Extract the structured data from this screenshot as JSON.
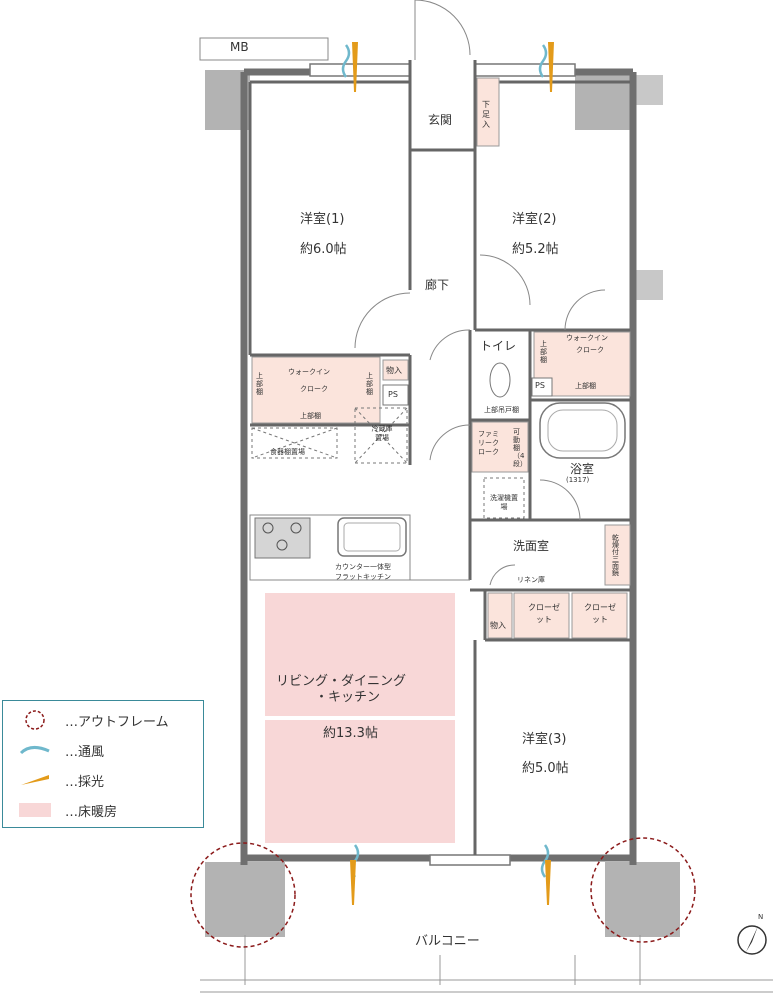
{
  "rooms": {
    "mb": "MB",
    "genkan": "玄関",
    "geta": "下足入",
    "room1_name": "洋室(1)",
    "room1_size": "約6.0帖",
    "room2_name": "洋室(2)",
    "room2_size": "約5.2帖",
    "corridor": "廊下",
    "toilet": "トイレ",
    "wic1_title": "ウォークイン",
    "wic1_sub": "クローク",
    "wic1_joubu_l": "上部棚",
    "wic1_joubu_r": "上部棚",
    "wic1_joubu_b": "上部棚",
    "wic2_title": "ウォークイン",
    "wic2_sub": "クローク",
    "wic2_joubu_l": "上部棚",
    "wic2_joubu_b": "上部棚",
    "monoire1": "物入",
    "ps1": "PS",
    "ps2": "PS",
    "reizouko": "冷蔵庫置場",
    "shokkidana": "食器棚置場",
    "kitchen_note1": "カウンター一体型",
    "kitchen_note2": "フラットキッチン",
    "family_closet": "ファミリークローク",
    "kadou_dana": "可動棚（4段）",
    "toilet_joubu": "上部吊戸棚",
    "bath": "浴室",
    "bath_size": "(1317)",
    "washing_machine": "洗濯機置場",
    "senmen": "洗面室",
    "linen": "リネン庫",
    "kansou": "乾燥付三面鏡",
    "monoire2": "物入",
    "closet1": "クローゼット",
    "closet2": "クローゼット",
    "ldk_line1": "リビング・ダイニング",
    "ldk_line2": "・キッチン",
    "ldk_size": "約13.3帖",
    "room3_name": "洋室(3)",
    "room3_size": "約5.0帖",
    "balcony": "バルコニー",
    "north": "N"
  },
  "legend": [
    {
      "label": "…アウトフレーム",
      "icon": "dashed-circle-icon"
    },
    {
      "label": "…通風",
      "icon": "wave-icon"
    },
    {
      "label": "…採光",
      "icon": "light-ray-icon"
    },
    {
      "label": "…床暖房",
      "icon": "pink-swatch-icon"
    }
  ],
  "colors": {
    "wall": "#707070",
    "column": "#b0b0b0",
    "storage": "#fbe4dc",
    "floor_heating": "#f8d7d7",
    "outframe": "#8b1a1a",
    "breeze": "#6fb8cc",
    "light": "#e39b1a",
    "legend_border": "#3a8a99"
  }
}
